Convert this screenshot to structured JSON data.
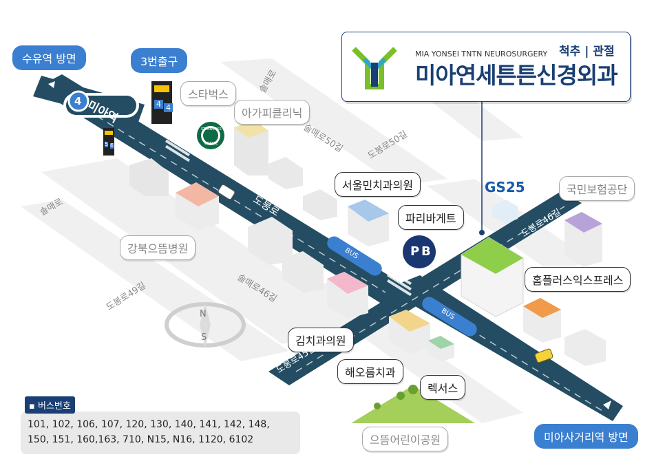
{
  "clinic": {
    "subtitle_en": "MIA YONSEI TNTN NEUROSURGERY",
    "specialty": "척추 | 관절",
    "name": "미아연세튼튼신경외과"
  },
  "directions": {
    "top_left": "수유역 방면",
    "bottom_right": "미아사거리역 방면"
  },
  "station": {
    "line_number": "4",
    "name": "미아역",
    "exit": "3번출구",
    "exit_sign_numbers": [
      "4",
      "4"
    ],
    "small_sign_numbers": [
      "5",
      "6"
    ]
  },
  "places": {
    "starbucks": "스타벅스",
    "starbucks_logo_text": [
      "STARBUCKS",
      "COFFEE"
    ],
    "agapi": "아가피클리닉",
    "seoulmin": "서울민치과의원",
    "paris": "파리바게트",
    "paris_logo": [
      "P",
      "B"
    ],
    "gs25": "GS25",
    "nps": "국민보험공단",
    "homeplus": "홈플러스익스프레스",
    "gangbuk": "강북으뜸병원",
    "kimchi": "김치과의원",
    "haeoreum": "해오름치과",
    "lexus": "렉서스",
    "park": "으뜸어린이공원"
  },
  "roads": {
    "dobongro_main": "도봉로",
    "solmaero_top": "솔매로",
    "solmaero_left": "솔매로",
    "solmaero50": "솔매로50길",
    "dobongro50": "도봉로50길",
    "dobongro49": "도봉로49길",
    "solmaero46": "솔매로46길",
    "dobongro45": "도봉로45길",
    "dobongro46": "도봉로46길",
    "bus1": "BUS",
    "bus2": "BUS"
  },
  "compass": {
    "north": "N",
    "south": "S"
  },
  "bus_numbers": {
    "title": "버스번호",
    "line1": "101, 102, 106, 107, 120, 130, 140, 141, 142, 148,",
    "line2": "150, 151, 160,163, 710, N15, N16, 1120, 6102"
  },
  "colors": {
    "road": "#244d63",
    "accent": "#3b7fd0",
    "logo_navy": "#1a3f74",
    "logo_green": "#7bbf2a",
    "logo_cyan": "#2aa6d6"
  }
}
